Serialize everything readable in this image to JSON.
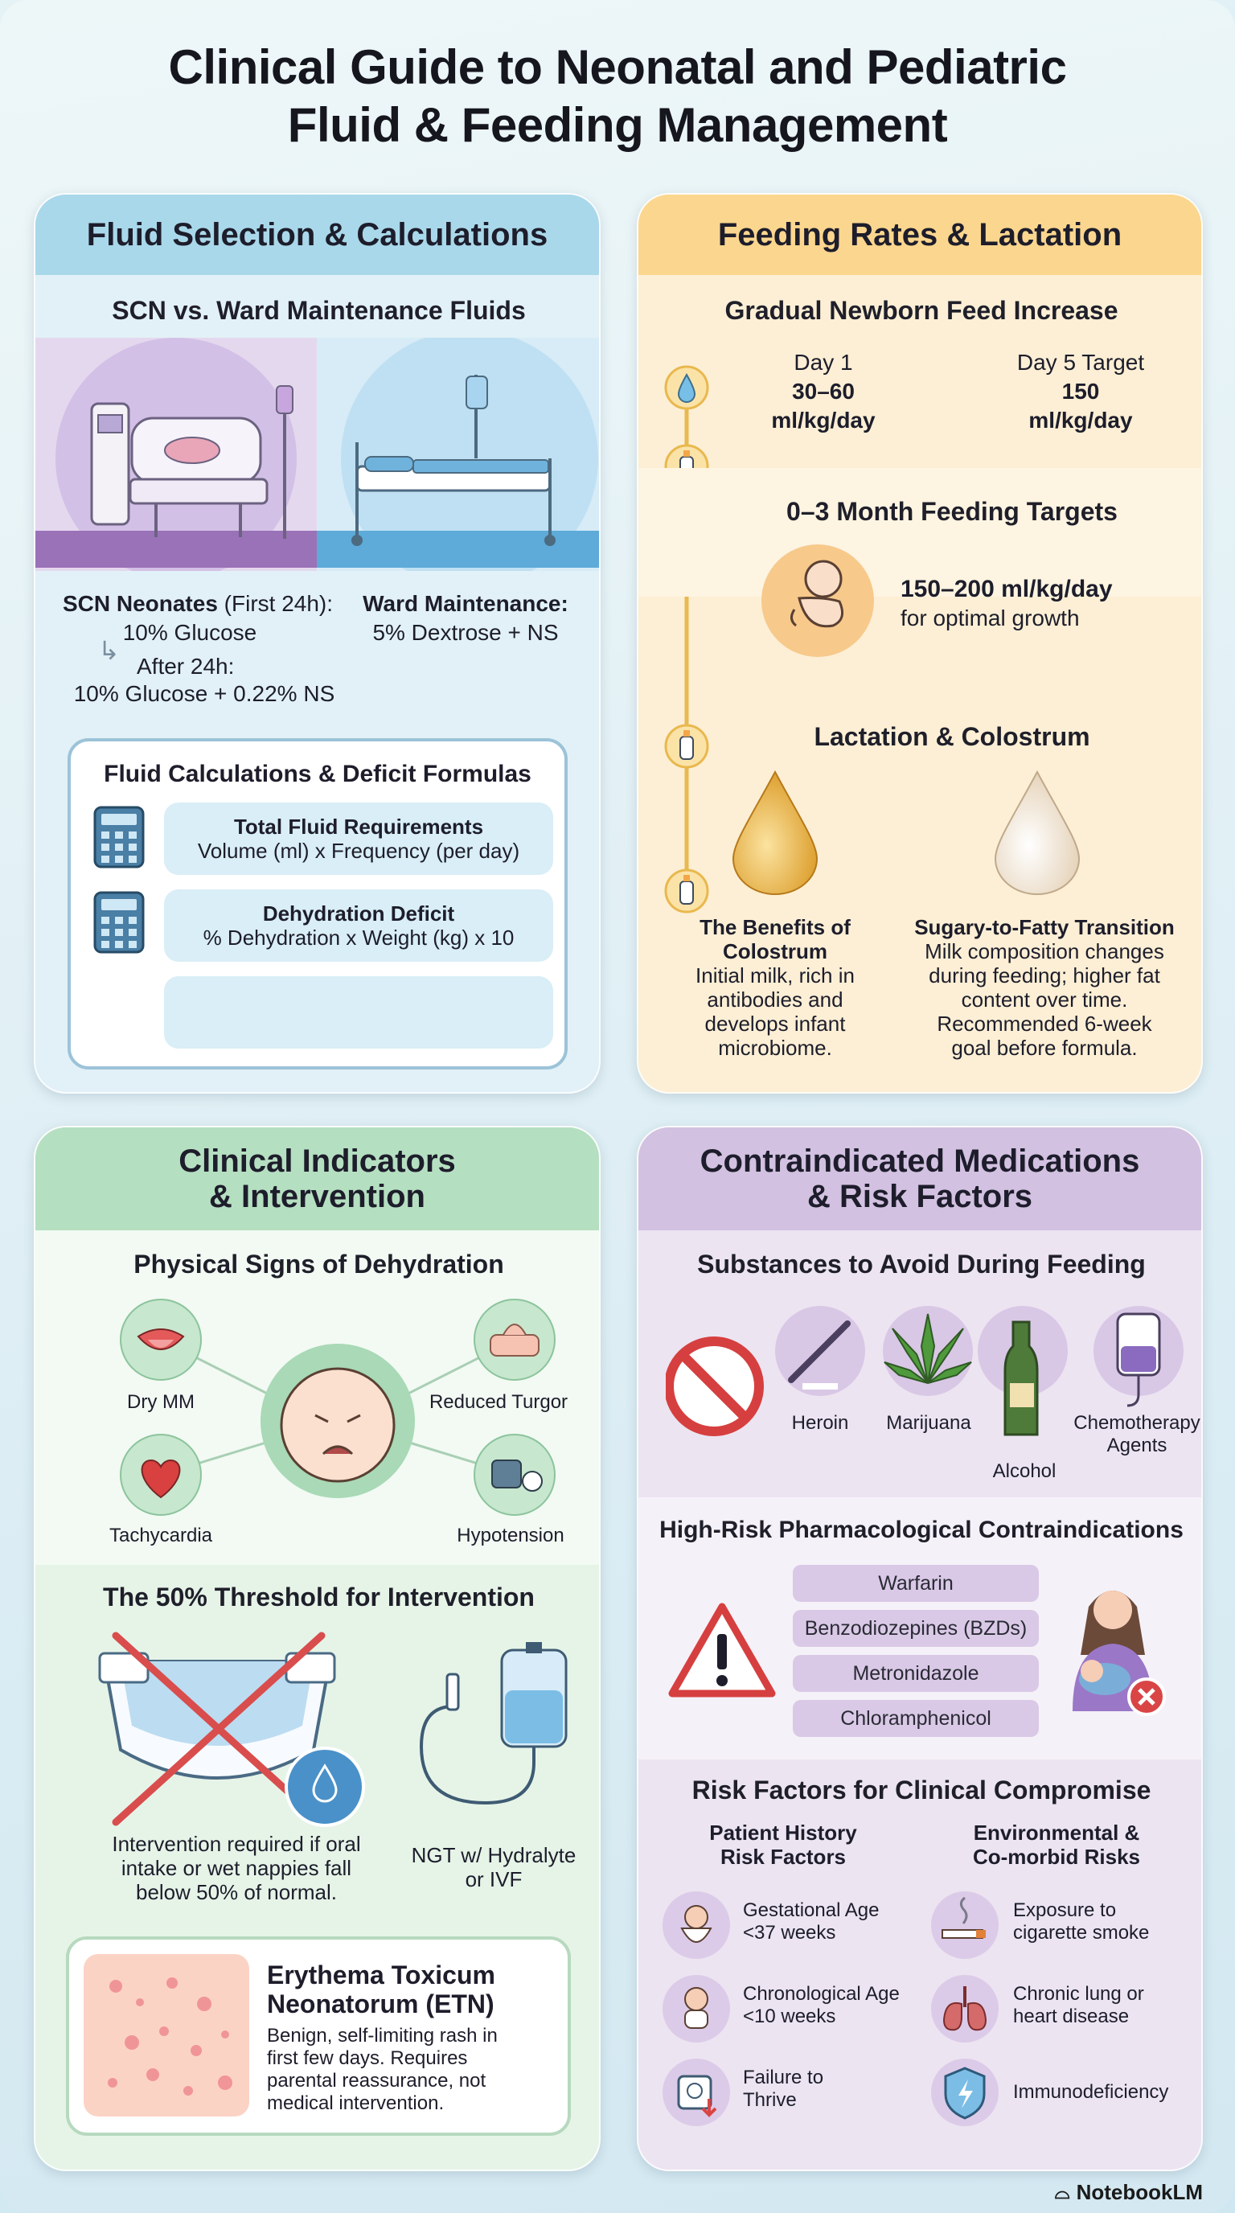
{
  "title_line1": "Clinical Guide to Neonatal and Pediatric",
  "title_line2": "Fluid & Feeding Management",
  "brand": "NotebookLM",
  "fluid": {
    "header": "Fluid Selection & Calculations",
    "section_title": "SCN vs. Ward Maintenance Fluids",
    "scn_label_bold": "SCN Neonates",
    "scn_label_rest": " (First 24h):",
    "scn_value": "10% Glucose",
    "after_label": "After 24h:",
    "after_value": "10% Glucose + 0.22% NS",
    "ward_label": "Ward Maintenance:",
    "ward_value": "5% Dextrose + NS",
    "calc_title": "Fluid Calculations & Deficit Formulas",
    "formulas": [
      {
        "title": "Total Fluid Requirements",
        "text": "Volume (ml) x Frequency (per day)"
      },
      {
        "title": "Dehydration Deficit",
        "text": "% Dehydration x Weight (kg) x 10"
      }
    ]
  },
  "feed": {
    "header": "Feeding Rates & Lactation",
    "increase_title": "Gradual Newborn Feed Increase",
    "day1_label": "Day 1",
    "day1_value": "30–60",
    "day1_unit": "ml/kg/day",
    "day5_label": "Day 5 Target",
    "day5_value": "150",
    "day5_unit": "ml/kg/day",
    "targets_title": "0–3 Month Feeding Targets",
    "targets_value": "150–200 ml/kg/day",
    "targets_note": "for optimal growth",
    "lact_title": "Lactation & Colostrum",
    "colostrum_title_1": "The Benefits of",
    "colostrum_title_2": "Colostrum",
    "colostrum_text": [
      "Initial milk, rich in",
      "antibodies and",
      "develops infant",
      "microbiome."
    ],
    "transition_title": "Sugary-to-Fatty Transition",
    "transition_text": [
      "Milk composition changes",
      "during feeding; higher fat",
      "content over time.",
      "Recommended 6-week",
      "goal before formula."
    ]
  },
  "clin": {
    "header_1": "Clinical Indicators",
    "header_2": "& Intervention",
    "signs_title": "Physical Signs of Dehydration",
    "signs": {
      "dry": "Dry MM",
      "turgor": "Reduced Turgor",
      "tachy": "Tachycardia",
      "hypo": "Hypotension"
    },
    "threshold_title": "The 50% Threshold for Intervention",
    "threshold_text": [
      "Intervention required if oral",
      "intake or wet nappies fall",
      "below 50% of normal."
    ],
    "ngt_text": [
      "NGT w/ Hydralyte",
      "or IVF"
    ],
    "etn_title_1": "Erythema Toxicum",
    "etn_title_2": "Neonatorum (ETN)",
    "etn_text": [
      "Benign, self-limiting rash in",
      "first few days. Requires",
      "parental reassurance, not",
      "medical intervention."
    ]
  },
  "meds": {
    "header_1": "Contraindicated Medications",
    "header_2": "& Risk Factors",
    "avoid_title": "Substances to Avoid During Feeding",
    "substances": {
      "heroin": "Heroin",
      "marijuana": "Marijuana",
      "alcohol": "Alcohol",
      "chemo_1": "Chemotherapy",
      "chemo_2": "Agents"
    },
    "pharm_title": "High-Risk Pharmacological Contraindications",
    "drugs": [
      "Warfarin",
      "Benzodiozepines (BZDs)",
      "Metronidazole",
      "Chloramphenicol"
    ],
    "risk_title": "Risk Factors for Clinical Compromise",
    "patient_head_1": "Patient History",
    "patient_head_2": "Risk Factors",
    "env_head_1": "Environmental &",
    "env_head_2": "Co-morbid Risks",
    "patient_risks": [
      {
        "l1": "Gestational Age",
        "l2": "<37 weeks"
      },
      {
        "l1": "Chronological Age",
        "l2": "<10 weeks"
      },
      {
        "l1": "Failure to",
        "l2": "Thrive"
      }
    ],
    "env_risks": [
      {
        "l1": "Exposure to",
        "l2": "cigarette smoke"
      },
      {
        "l1": "Chronic lung or",
        "l2": "heart disease"
      },
      {
        "l1": "Immunodeficiency",
        "l2": ""
      }
    ]
  }
}
